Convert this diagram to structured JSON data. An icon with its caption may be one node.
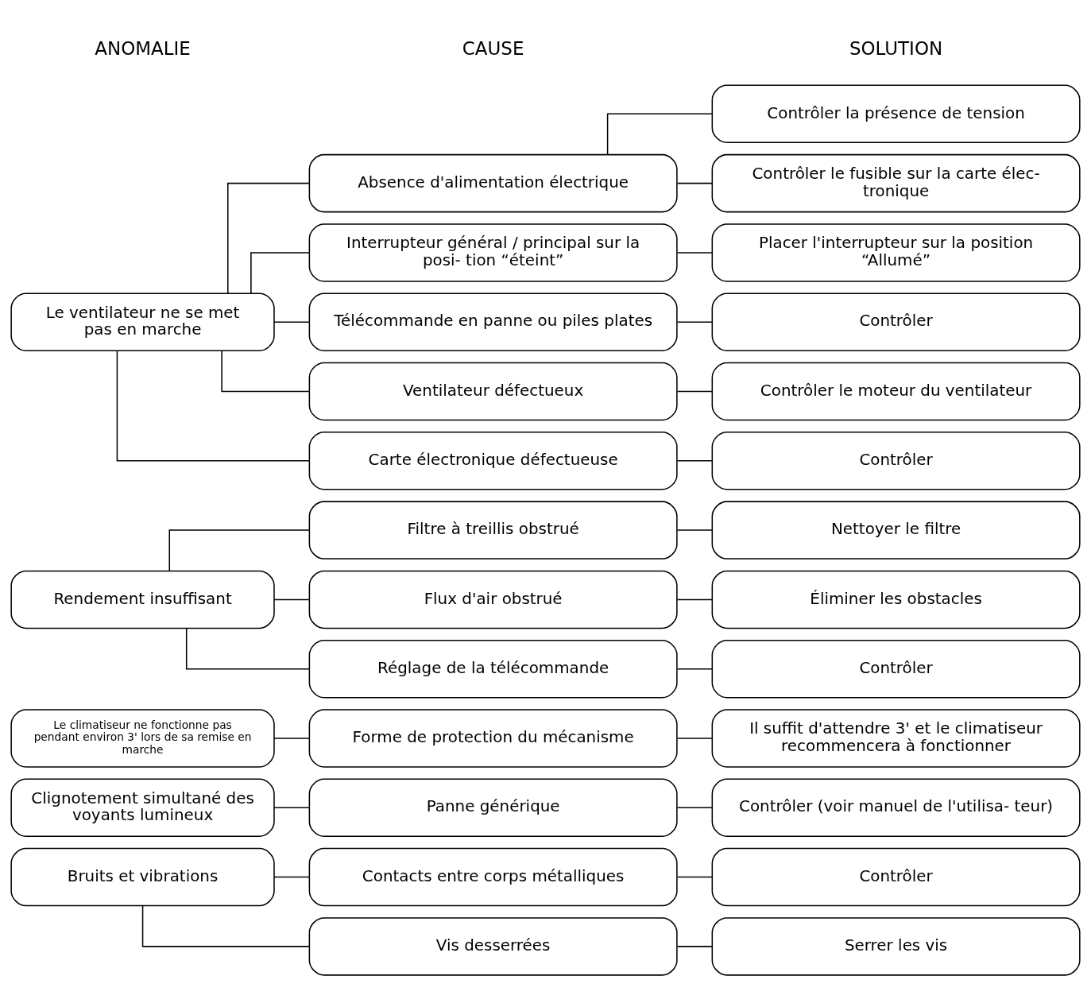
{
  "diagram": {
    "nodes": [
      {
        "text": [
          "Le ventilateur ne se met pas en marche"
        ]
      },
      {
        "text": [
          "Absence d'alimentation électrique"
        ]
      },
      {
        "text": [
          "Contrôler la présence de tension"
        ]
      },
      {
        "text": [
          "Contrôler le fusible sur la carte élec- tronique"
        ]
      },
      {
        "text": [
          "Interrupteur général / principal sur la posi- tion “éteint”"
        ]
      },
      {
        "text": [
          "Placer l'interrupteur sur la position “Allumé”"
        ]
      },
      {
        "text": [
          "Télécommande en panne ou piles plates"
        ]
      },
      {
        "text": [
          "Contrôler"
        ]
      },
      {
        "text": [
          "Ventilateur défectueux"
        ]
      },
      {
        "text": [
          "Contrôler le moteur du ventilateur"
        ]
      },
      {
        "text": [
          "Carte électronique défectueuse"
        ]
      },
      {
        "text": [
          "Contrôler"
        ]
      },
      {
        "text": [
          "Rendement insuffisant"
        ]
      },
      {
        "text": [
          "Filtre à treillis obstrué"
        ]
      },
      {
        "text": [
          "Nettoyer le filtre"
        ]
      },
      {
        "text": [
          "Flux d'air obstrué"
        ]
      },
      {
        "text": [
          "Éliminer les obstacles"
        ]
      },
      {
        "text": [
          "Réglage de la télécommande"
        ]
      },
      {
        "text": [
          "Contrôler"
        ]
      },
      {
        "text": [
          "Le climatiseur ne fonctionne pas pendant environ 3' lors de sa remise en marche"
        ]
      },
      {
        "text": [
          "Forme de protection du mécanisme"
        ]
      },
      {
        "text": [
          "Il suffit d'attendre 3' et le climatiseur recommencera à fonctionner"
        ]
      },
      {
        "text": [
          "Clignotement simultané des voyants lumineux"
        ]
      },
      {
        "text": [
          "Panne générique"
        ]
      },
      {
        "text": [
          "Contrôler (voir manuel de l'utilisa- teur)"
        ]
      },
      {
        "text": [
          "Bruits et vibrations"
        ]
      },
      {
        "text": [
          "Contacts entre corps métalliques"
        ]
      },
      {
        "text": [
          "Contrôler"
        ]
      },
      {
        "text": [
          "Vis desserrées"
        ]
      },
      {
        "text": [
          "Serrer les vis"
        ]
      }
    ],
    "edges": [
      {
        "from": 0,
        "to": 1,
        "arrow": "none"
      },
      {
        "from": 0,
        "to": 4,
        "arrow": "none"
      },
      {
        "from": 0,
        "to": 6,
        "arrow": "none"
      },
      {
        "from": 0,
        "to": 8,
        "arrow": "none"
      },
      {
        "from": 0,
        "to": 10,
        "arrow": "none"
      },
      {
        "from": 1,
        "to": 2,
        "arrow": "none"
      },
      {
        "from": 1,
        "to": 3,
        "arrow": "none"
      },
      {
        "from": 4,
        "to": 5,
        "arrow": "none"
      },
      {
        "from": 6,
        "to": 7,
        "arrow": "none"
      },
      {
        "from": 8,
        "to": 9,
        "arrow": "none"
      },
      {
        "from": 10,
        "to": 11,
        "arrow": "none"
      },
      {
        "from": 12,
        "to": 13,
        "arrow": "none"
      },
      {
        "from": 12,
        "to": 15,
        "arrow": "none"
      },
      {
        "from": 12,
        "to": 17,
        "arrow": "none"
      },
      {
        "from": 13,
        "to": 14,
        "arrow": "none"
      },
      {
        "from": 15,
        "to": 16,
        "arrow": "none"
      },
      {
        "from": 17,
        "to": 18,
        "arrow": "none"
      },
      {
        "from": 19,
        "to": 20,
        "arrow": "none"
      },
      {
        "from": 20,
        "to": 21,
        "arrow": "none"
      },
      {
        "from": 22,
        "to": 23,
        "arrow": "none"
      },
      {
        "from": 23,
        "to": 24,
        "arrow": "none"
      },
      {
        "from": 25,
        "to": 26,
        "arrow": "none"
      },
      {
        "from": 25,
        "to": 28,
        "arrow": "none"
      },
      {
        "from": 26,
        "to": 27,
        "arrow": "none"
      },
      {
        "from": 28,
        "to": 29,
        "arrow": "none"
      }
    ],
    "labels": [
      "ANOMALIE",
      "CAUSE",
      "SOLUTION"
    ]
  }
}
